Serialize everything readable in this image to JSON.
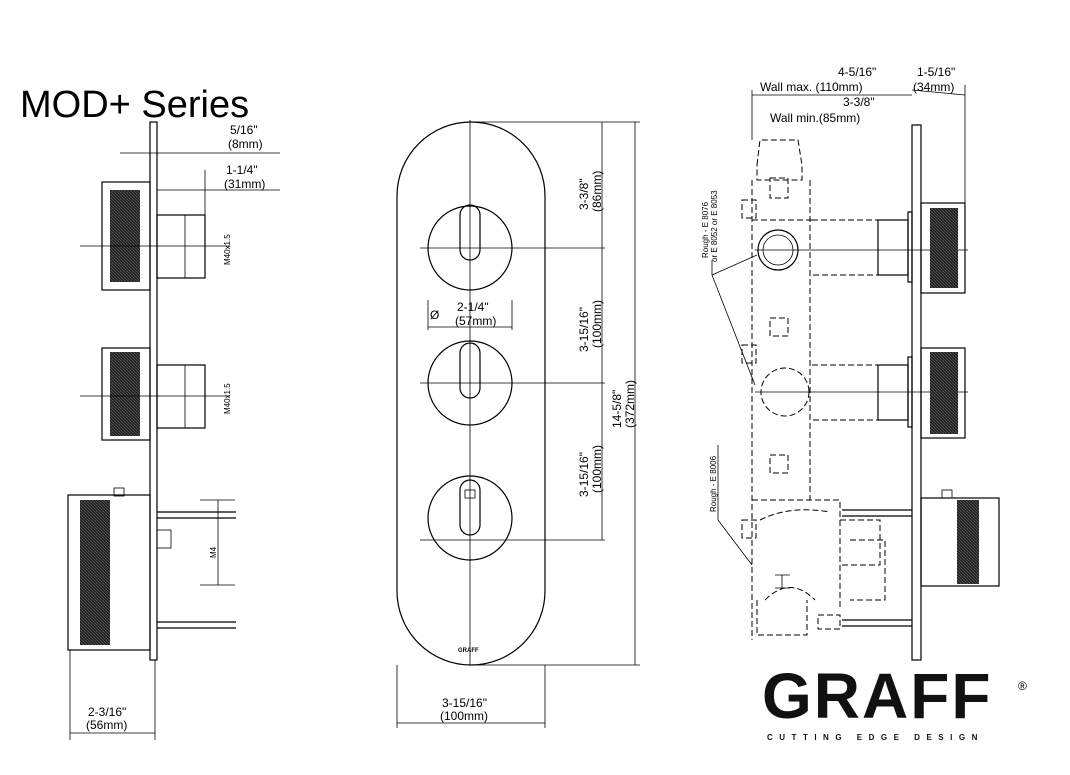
{
  "title": "MOD+ Series",
  "side_view": {
    "dim_plate": [
      "5/16\"",
      "(8mm)"
    ],
    "dim_cartridge": [
      "1-1/4\"",
      "(31mm)"
    ],
    "thread_top": "M40x1.5",
    "thread_mid": "M40x1.5",
    "thread_bottom": "M4",
    "dim_depth": [
      "2-3/16\"",
      "(56mm)"
    ]
  },
  "front_view": {
    "dim_top": [
      "3-3/8\"",
      "(86mm)"
    ],
    "dim_knob": [
      "Ø",
      "2-1/4\"",
      "(57mm)"
    ],
    "dim_spacing1": [
      "3-15/16\"",
      "(100mm)"
    ],
    "dim_spacing2": [
      "3-15/16\"",
      "(100mm)"
    ],
    "dim_height": [
      "14-5/8\"",
      "(372mm)"
    ],
    "dim_width": [
      "3-15/16\"",
      "(100mm)"
    ],
    "plate_logo": "GRAFF"
  },
  "section_view": {
    "wall_max": [
      "4-5/16\"",
      "Wall max. (110mm)"
    ],
    "wall_min": [
      "3-3/8\"",
      "Wall min.(85mm)"
    ],
    "trim_depth": [
      "1-5/16\"",
      "(34mm)"
    ],
    "rough_1": [
      "Rough - E 8076",
      "or E 8052 or E 8053"
    ],
    "rough_2": "Rough - E 8006"
  },
  "brand": {
    "name": "GRAFF",
    "registered": "®",
    "tagline": "CUTTING EDGE DESIGN"
  }
}
